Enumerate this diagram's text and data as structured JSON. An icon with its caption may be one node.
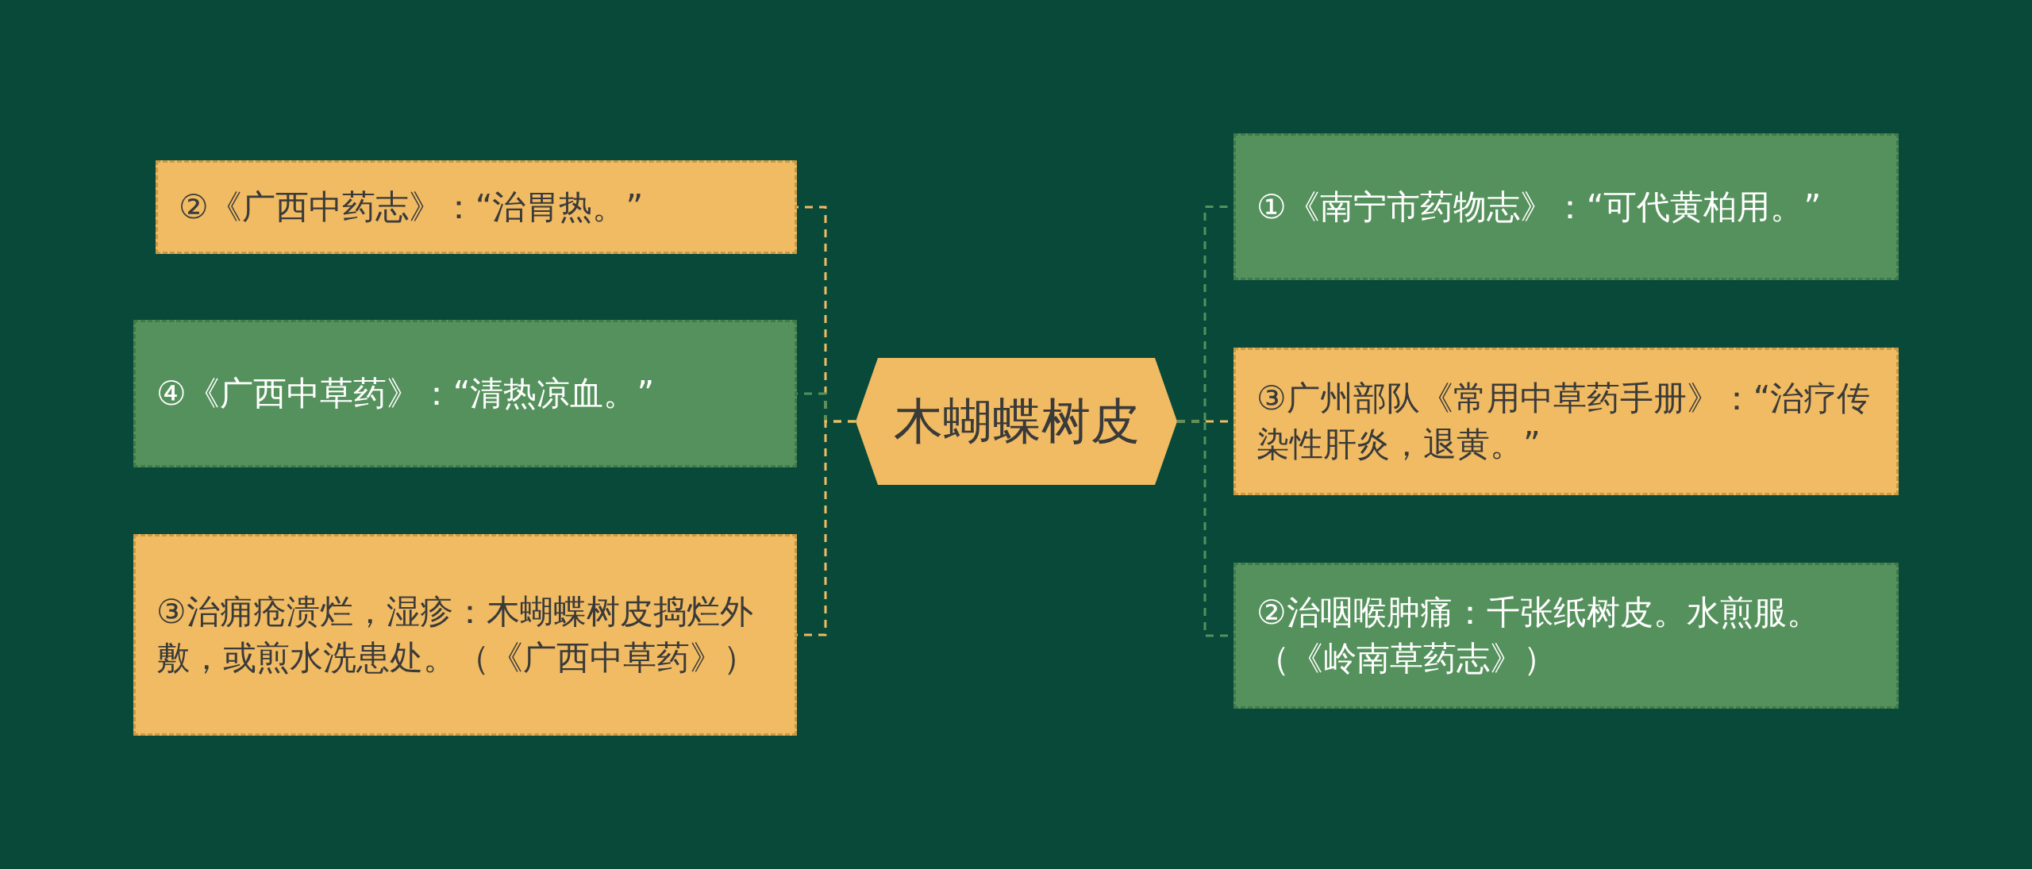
{
  "diagram": {
    "nodes": [
      {
        "text": [
          "木蝴蝶树皮"
        ]
      },
      {
        "text": [
          "②《广西中药志》：“治胃热。”"
        ]
      },
      {
        "text": [
          "④《广西中草药》：“清热凉血。”"
        ]
      },
      {
        "text": [
          "③治痈疮溃烂，湿疹：木蝴蝶树皮捣烂外敷，或煎水洗患处。（《广西中草药》）"
        ]
      },
      {
        "text": [
          "①《南宁市药物志》：“可代黄柏用。”"
        ]
      },
      {
        "text": [
          "③广州部队《常用中草药手册》：“治疗传染性肝炎，退黄。”"
        ]
      },
      {
        "text": [
          "②治咽喉肿痛：千张纸树皮。水煎服。（《岭南草药志》）"
        ]
      }
    ],
    "edges": [
      {
        "from": 0,
        "to": 1,
        "arrow": "none",
        "style": "dashed",
        "color": "#f0bb62"
      },
      {
        "from": 0,
        "to": 2,
        "arrow": "none",
        "style": "dashed",
        "color": "#55915c"
      },
      {
        "from": 0,
        "to": 3,
        "arrow": "none",
        "style": "dashed",
        "color": "#f0bb62"
      },
      {
        "from": 0,
        "to": 4,
        "arrow": "none",
        "style": "dashed",
        "color": "#55915c"
      },
      {
        "from": 0,
        "to": 5,
        "arrow": "none",
        "style": "dashed",
        "color": "#f0bb62"
      },
      {
        "from": 0,
        "to": 6,
        "arrow": "none",
        "style": "dashed",
        "color": "#55915c"
      }
    ]
  }
}
